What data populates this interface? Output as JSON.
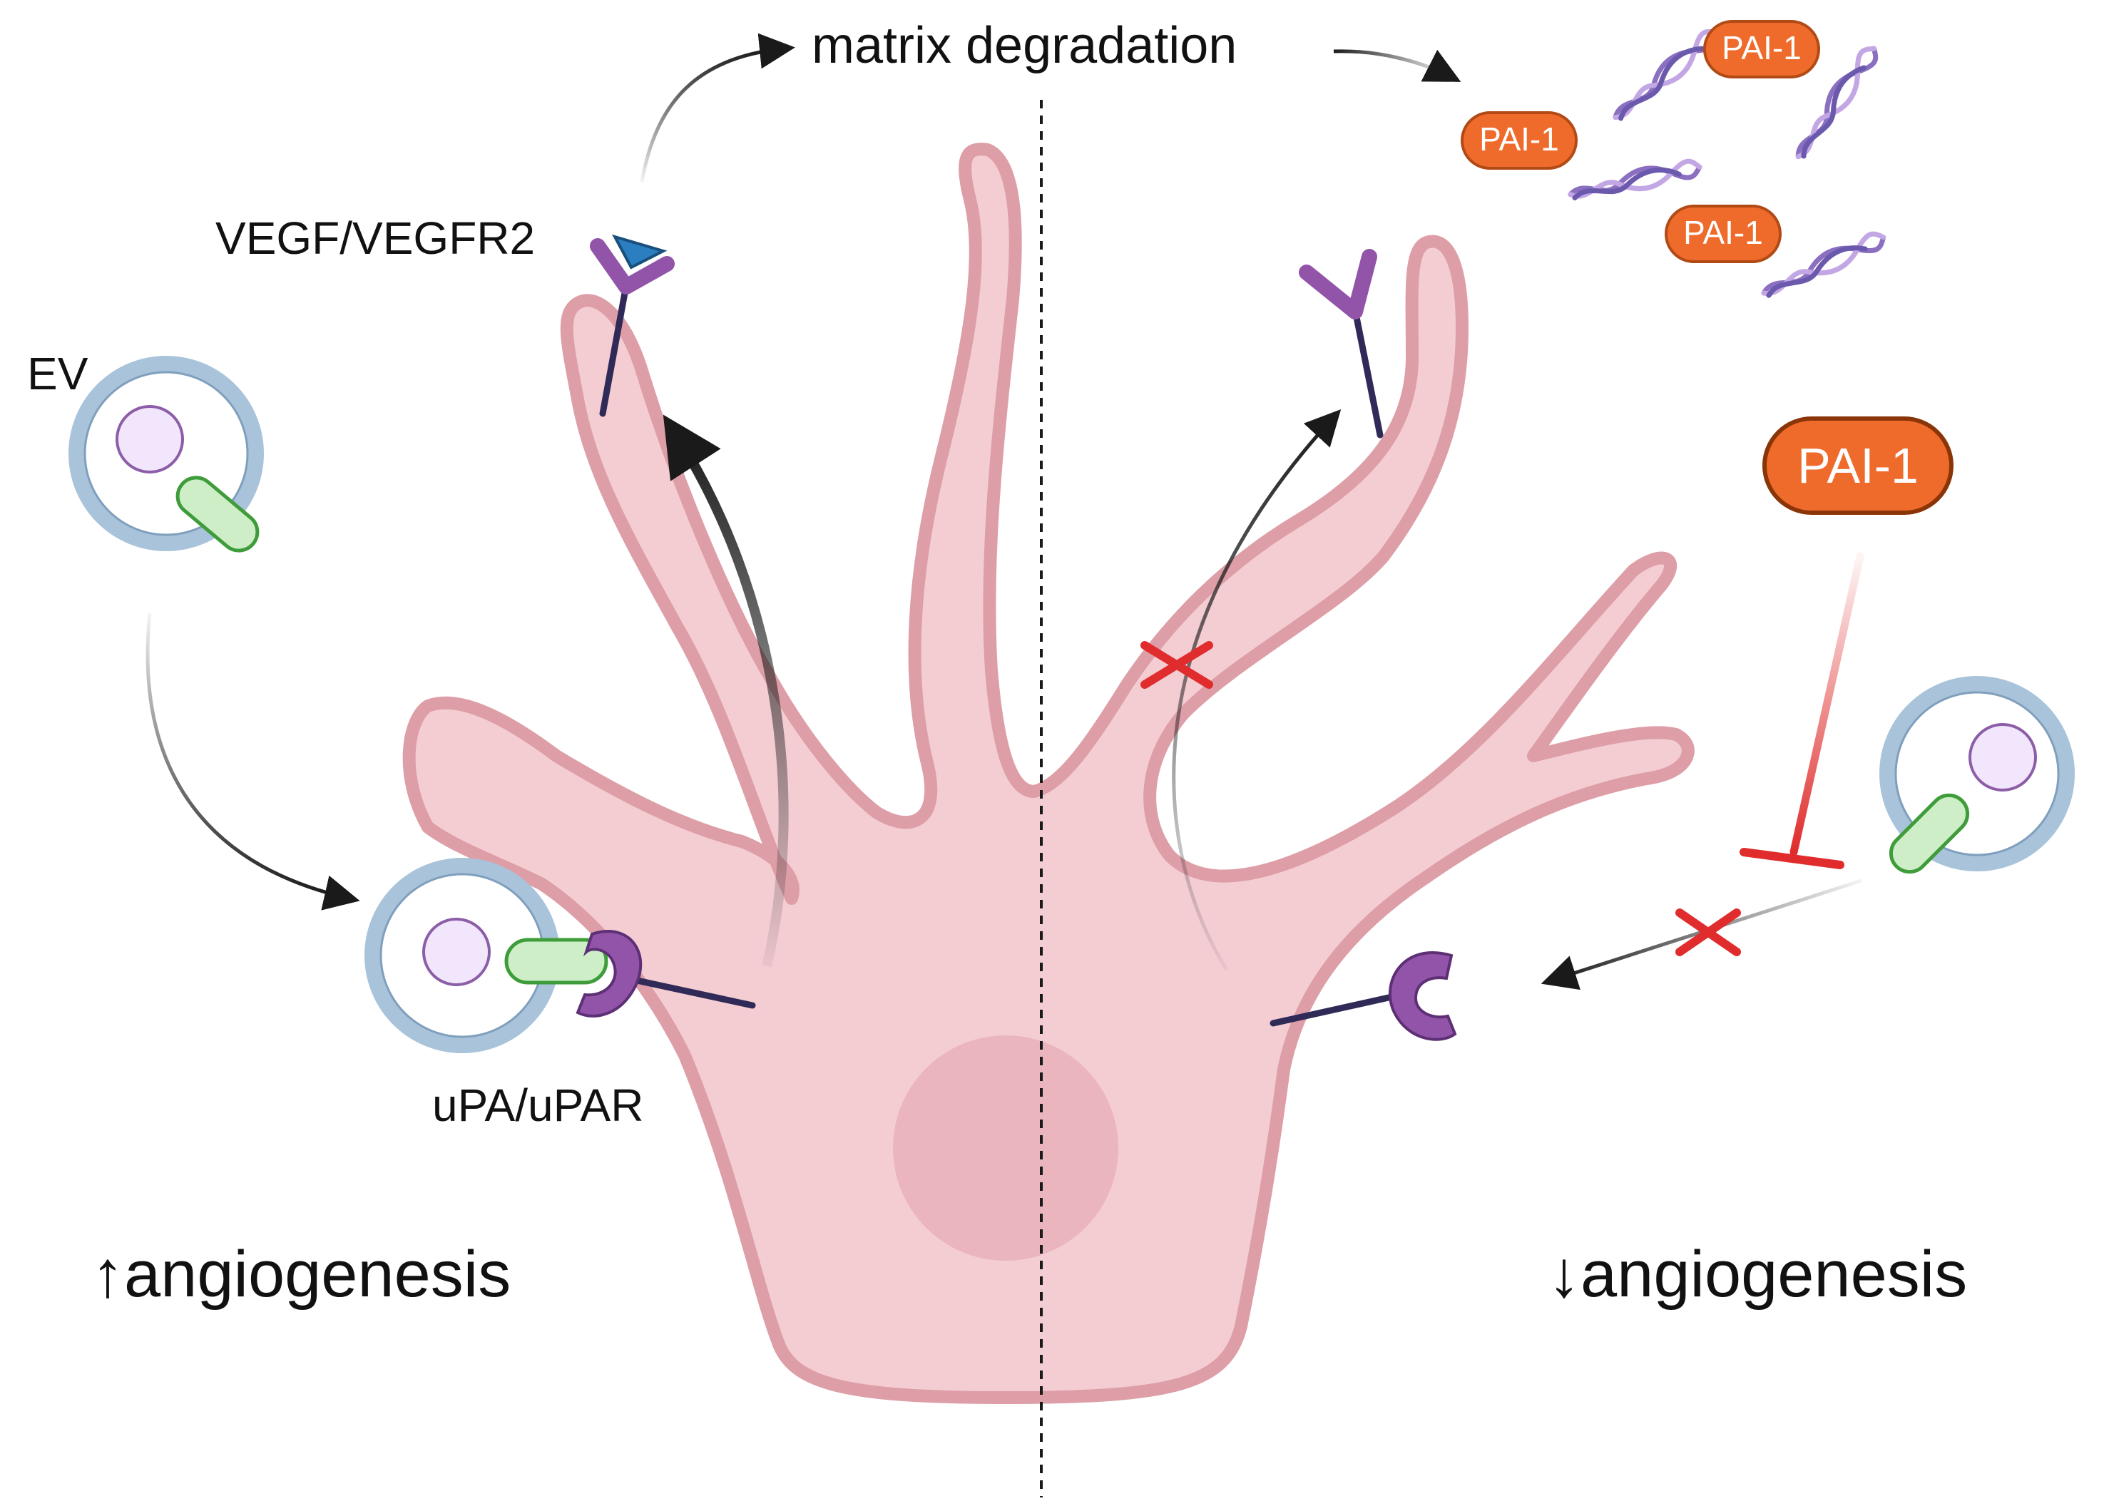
{
  "labels": {
    "matrix_degradation": "matrix degradation",
    "vegf_vegfr2": "VEGF/VEGFR2",
    "ev": "EV",
    "upa_upar": "uPA/uPAR",
    "angiogenesis_up": "↑angiogenesis",
    "angiogenesis_down": "↓angiogenesis",
    "pai1_inhibitor": "PAI-1",
    "pai1_small": [
      "PAI-1",
      "PAI-1",
      "PAI-1"
    ]
  },
  "colors": {
    "cell_fill": "#f4cdd3",
    "cell_stroke": "#dd9ea7",
    "nucleus": "#ebb5bd",
    "ev_membrane": "#a9c3da",
    "ev_core": "#f1e6fb",
    "ev_core_stroke": "#8d5ea8",
    "cargo_fill": "#cdeec7",
    "cargo_stroke": "#3f9c3a",
    "receptor": "#9254a8",
    "stalk": "#2f2a57",
    "vegf": "#2b7fc1",
    "pai_fill": "#ef6b2b",
    "pai_stroke": "#b24a16",
    "inhibit_red": "#e02c2c",
    "collagen_a": "#8b6fc0",
    "collagen_b": "#c3a6e4",
    "arrow": "#1a1a1a"
  },
  "icons": [
    "endothelial-cell",
    "extracellular-vesicle-icon",
    "upar-receptor-icon",
    "vegfr2-receptor-icon",
    "vegf-ligand-icon",
    "collagen-fiber-icon",
    "block-x-icon",
    "inhibition-bar-icon"
  ]
}
